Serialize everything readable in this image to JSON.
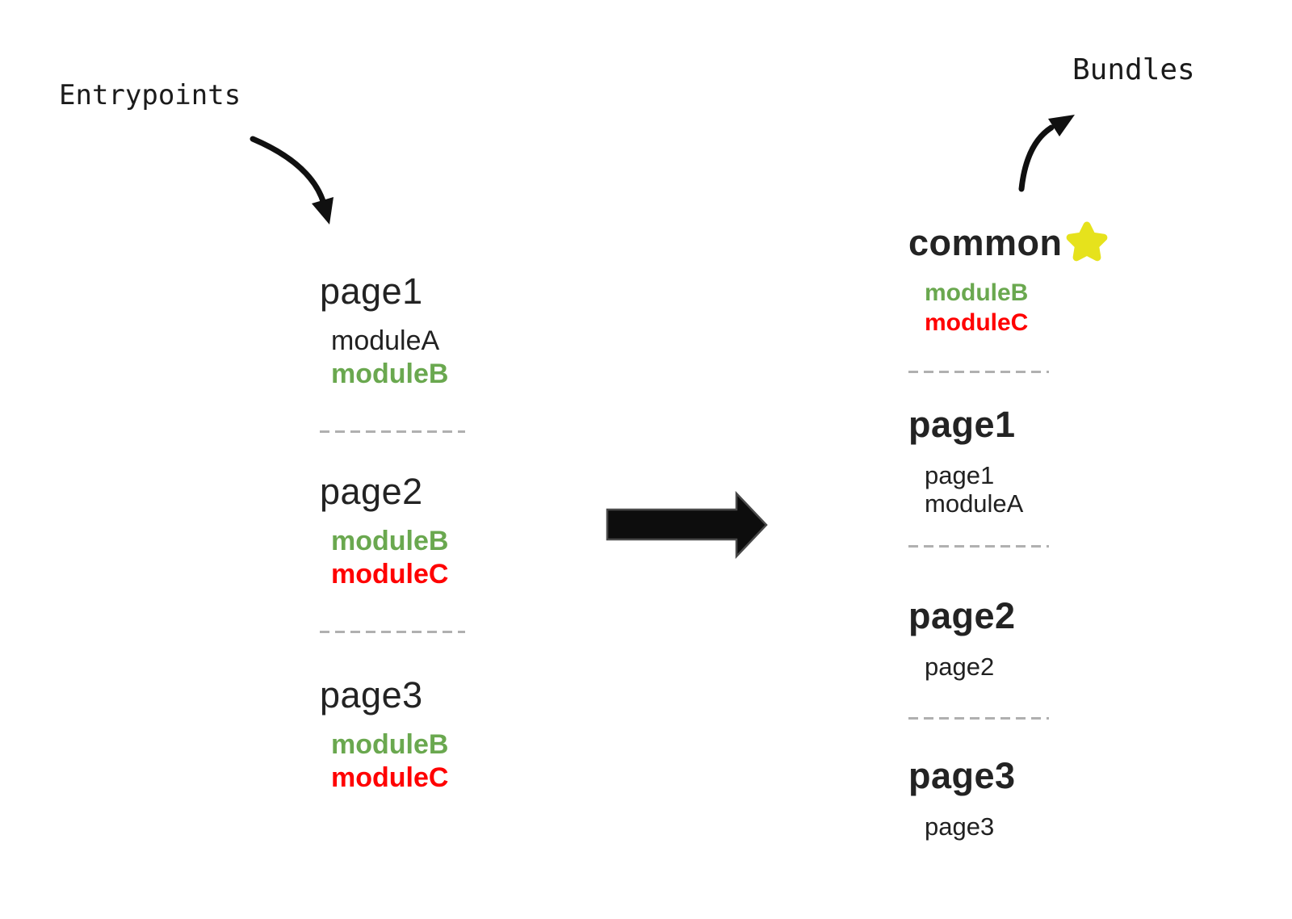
{
  "labels": {
    "entrypoints": "Entrypoints",
    "bundles": "Bundles"
  },
  "entrypoints": {
    "groups": [
      {
        "title": "page1",
        "modules": [
          {
            "name": "moduleA",
            "color": "black",
            "bold": false
          },
          {
            "name": "moduleB",
            "color": "green",
            "bold": true
          }
        ]
      },
      {
        "title": "page2",
        "modules": [
          {
            "name": "moduleB",
            "color": "green",
            "bold": true
          },
          {
            "name": "moduleC",
            "color": "red",
            "bold": true
          }
        ]
      },
      {
        "title": "page3",
        "modules": [
          {
            "name": "moduleB",
            "color": "green",
            "bold": true
          },
          {
            "name": "moduleC",
            "color": "red",
            "bold": true
          }
        ]
      }
    ]
  },
  "bundles": {
    "groups": [
      {
        "title": "common",
        "starred": true,
        "modules": [
          {
            "name": "moduleB",
            "color": "green",
            "bold": true
          },
          {
            "name": "moduleC",
            "color": "red",
            "bold": true
          }
        ]
      },
      {
        "title": "page1",
        "starred": false,
        "modules": [
          {
            "name": "page1",
            "color": "black",
            "bold": false
          },
          {
            "name": "moduleA",
            "color": "black",
            "bold": false
          }
        ]
      },
      {
        "title": "page2",
        "starred": false,
        "modules": [
          {
            "name": "page2",
            "color": "black",
            "bold": false
          }
        ]
      },
      {
        "title": "page3",
        "starred": false,
        "modules": [
          {
            "name": "page3",
            "color": "black",
            "bold": false
          }
        ]
      }
    ]
  },
  "icons": {
    "star": "five-point-star"
  },
  "colors": {
    "text": "#212121",
    "green": "#6aa84f",
    "red": "#ff0000",
    "star": "#e6e21c",
    "arrow": "#0d0d0d",
    "arrow_outline": "#4a4a4a",
    "divider": "#b0b0b0"
  }
}
